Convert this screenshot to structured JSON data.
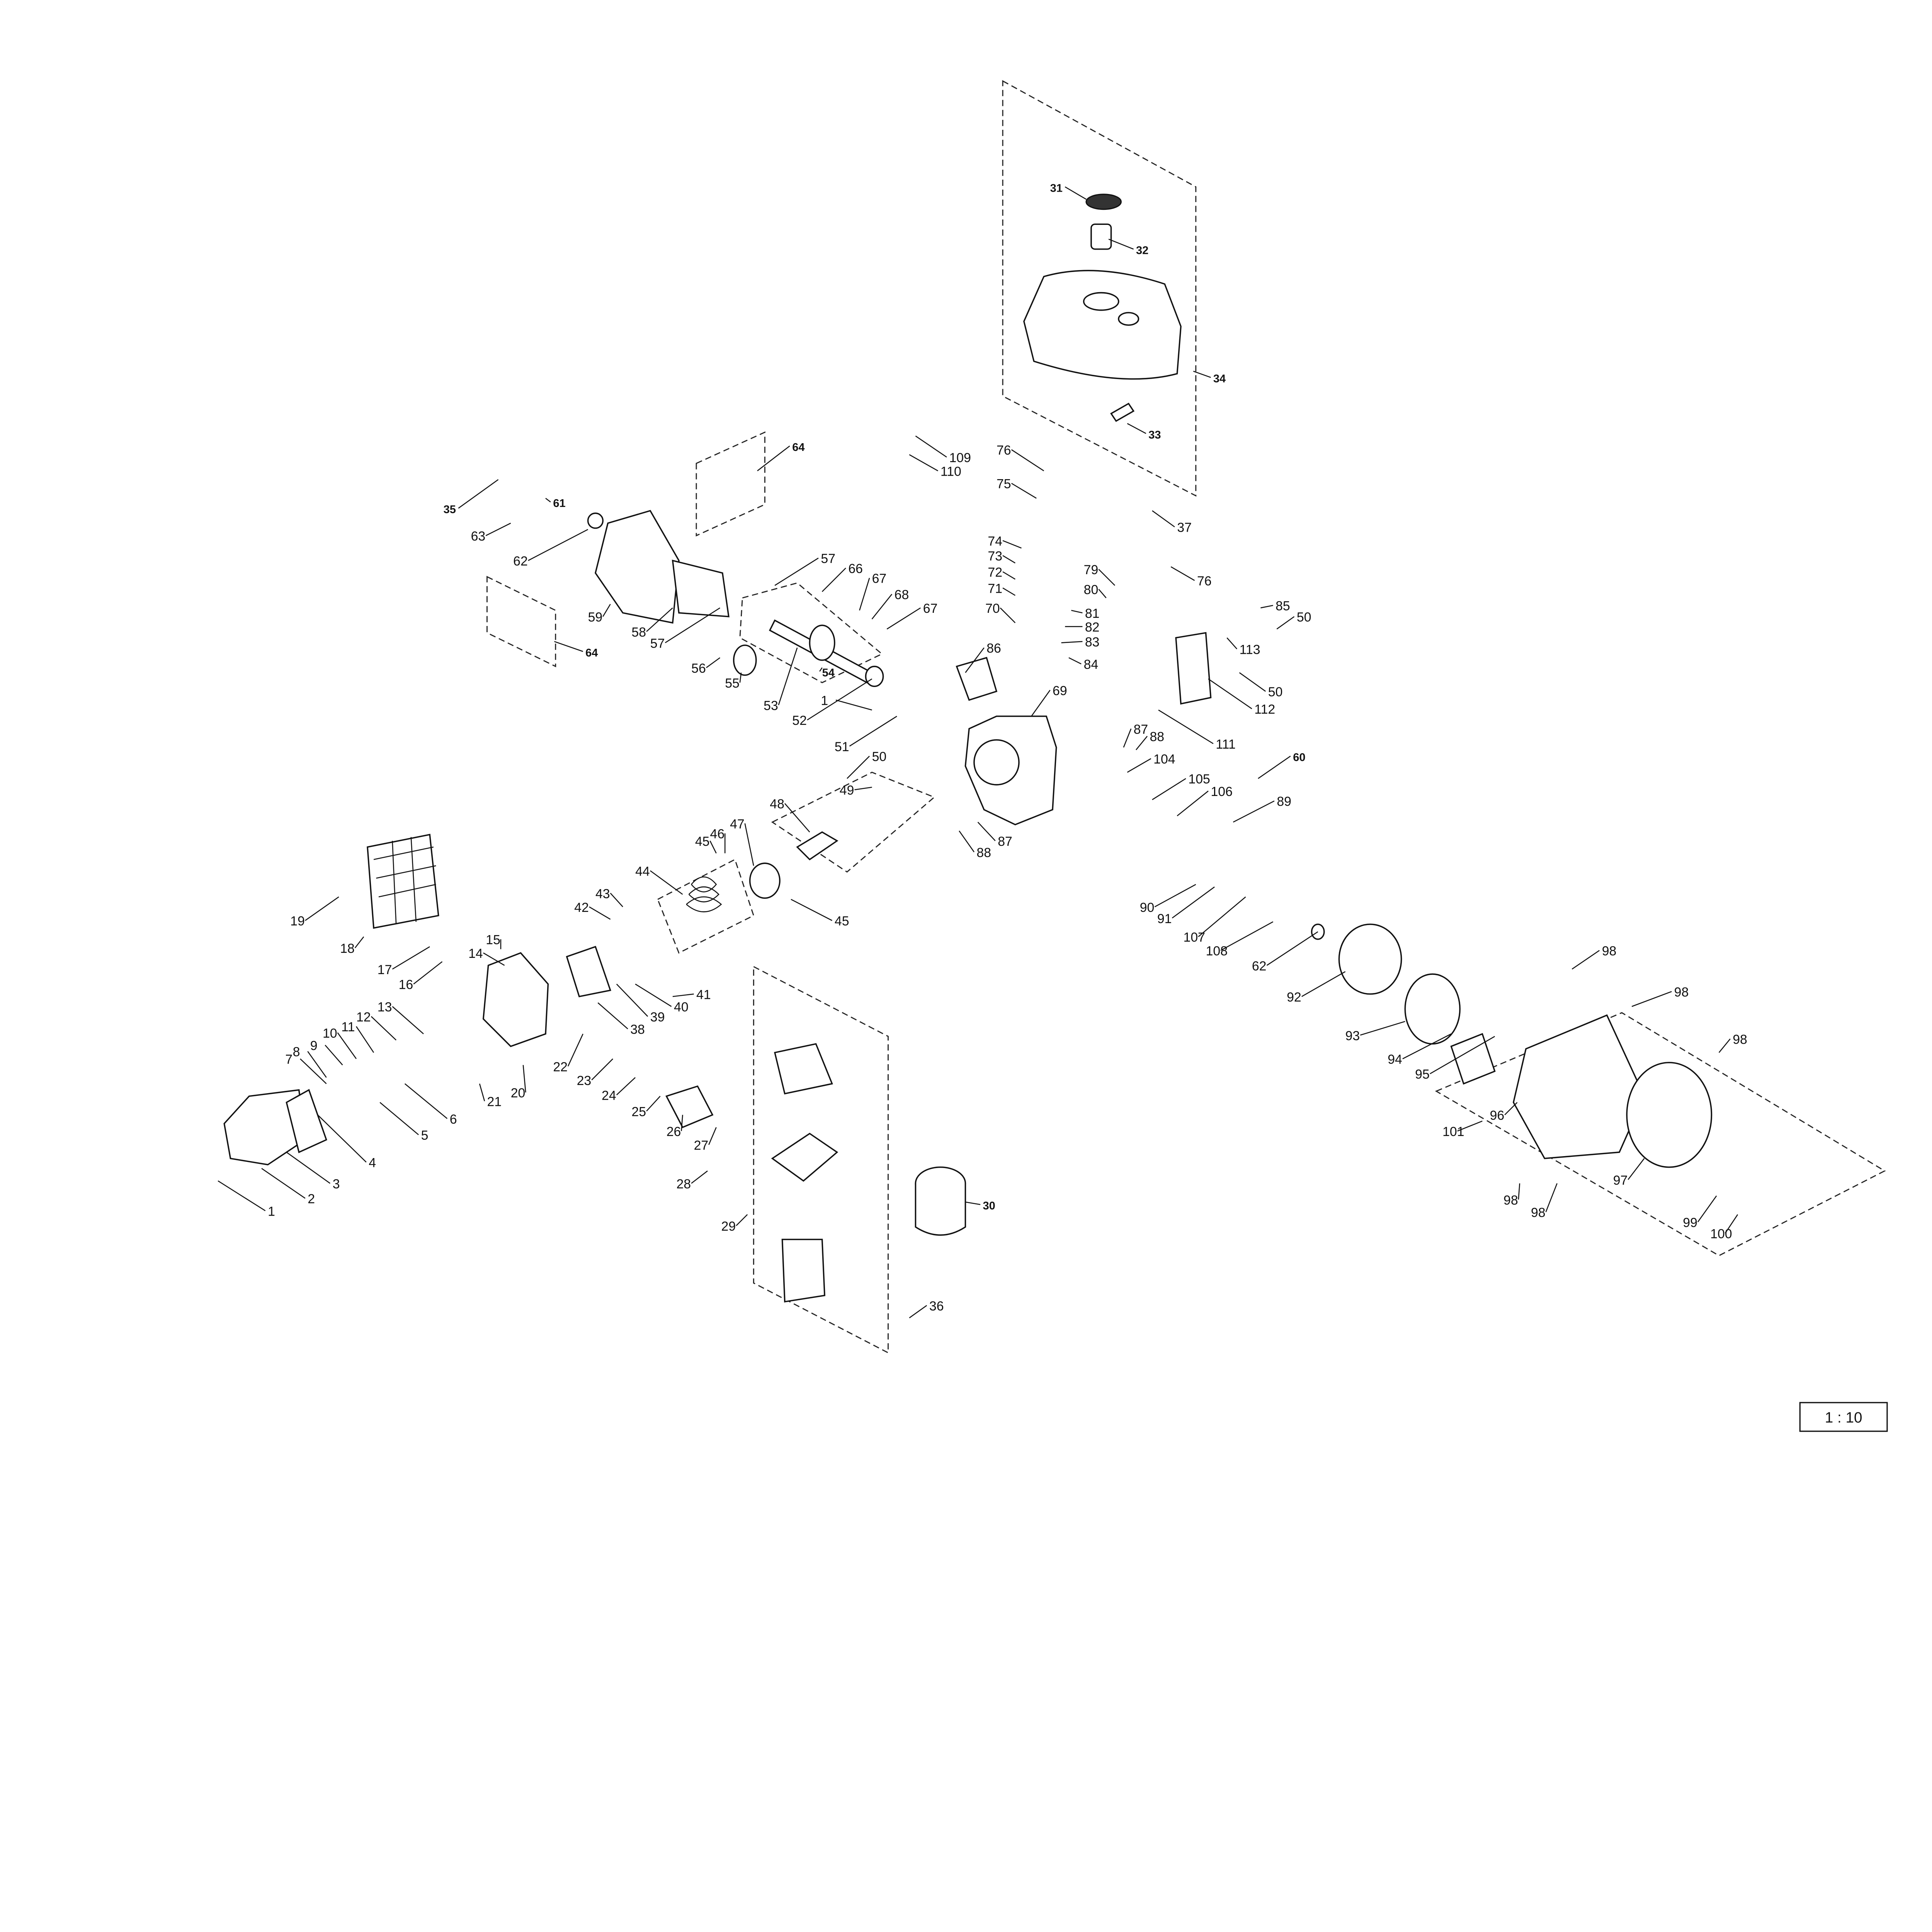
{
  "diagram": {
    "type": "exploded parts diagram",
    "callouts": [
      "31",
      "32",
      "34",
      "33",
      "109",
      "110",
      "76",
      "75",
      "37",
      "76",
      "64",
      "35",
      "61",
      "63",
      "62",
      "59",
      "57",
      "66",
      "67",
      "68",
      "67",
      "58",
      "57",
      "64",
      "56",
      "55",
      "54",
      "53",
      "52",
      "74",
      "73",
      "72",
      "71",
      "70",
      "79",
      "80",
      "81",
      "82",
      "83",
      "84",
      "86",
      "69",
      "85",
      "50",
      "113",
      "50",
      "112",
      "111",
      "1",
      "51",
      "87",
      "88",
      "104",
      "105",
      "106",
      "60",
      "89",
      "50",
      "49",
      "48",
      "47",
      "46",
      "45",
      "87",
      "88",
      "44",
      "43",
      "42",
      "45",
      "90",
      "91",
      "107",
      "108",
      "62",
      "92",
      "19",
      "18",
      "15",
      "14",
      "17",
      "16",
      "13",
      "12",
      "11",
      "10",
      "9",
      "8",
      "7",
      "38",
      "39",
      "40",
      "41",
      "22",
      "23",
      "24",
      "25",
      "26",
      "27",
      "21",
      "20",
      "6",
      "5",
      "4",
      "3",
      "2",
      "1",
      "28",
      "29",
      "30",
      "36",
      "98",
      "98",
      "98",
      "93",
      "94",
      "95",
      "101",
      "96",
      "97",
      "98",
      "98",
      "99",
      "100"
    ],
    "bold_callouts": [
      "31",
      "32",
      "34",
      "33",
      "64",
      "35",
      "61",
      "60",
      "30",
      "54"
    ],
    "scale": "1 : 10"
  }
}
